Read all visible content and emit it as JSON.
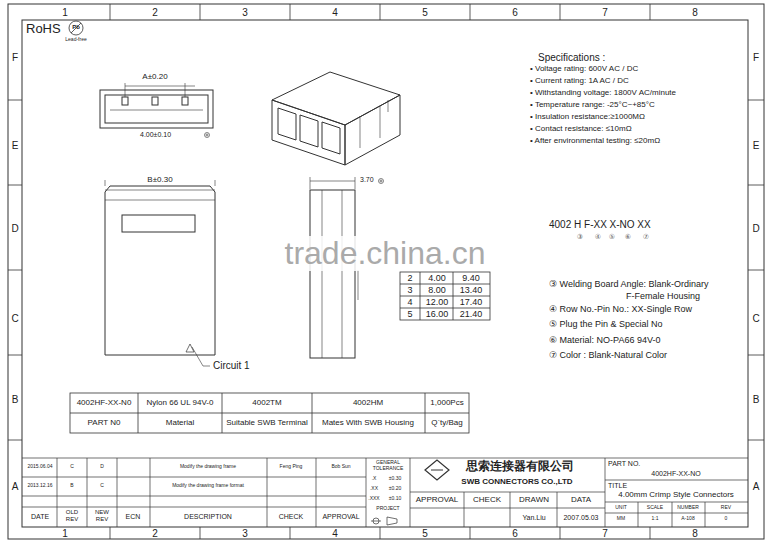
{
  "diagram": {
    "labels": [
      "1",
      "2",
      "3",
      "4",
      "5",
      "6",
      "7",
      "8",
      "1",
      "2",
      "3",
      "4",
      "5",
      "6",
      "7",
      "8",
      "F",
      "E",
      "D",
      "C",
      "B",
      "A",
      "F",
      "E",
      "D",
      "C",
      "B",
      "A",
      "RoHS",
      "Pb",
      "Lead-free",
      "A±0.20",
      "4.00±0.10",
      "B±0.30",
      "3.70",
      "Circuit 1",
      "Specifications :",
      "• Voltage rating: 600V AC / DC",
      "• Current rating: 1A  AC / DC",
      "• Withstanding voltage: 1800V AC/minute",
      "• Temperature range: -25°C~+85°C",
      "• Insulation resistance:≥1000MΩ",
      "• Contact resistance: ≤10mΩ",
      "• After environmental testing: ≤20mΩ",
      "4002 H F-XX X-NO XX",
      "③",
      "④",
      "⑤",
      "⑥",
      "⑦",
      "2",
      "4.00",
      "9.40",
      "3",
      "8.00",
      "13.40",
      "4",
      "12.00",
      "17.40",
      "5",
      "16.00",
      "21.40",
      "③ Welding Board Angle: Blank-Ordinary",
      "F-Female Housing",
      "④ Row No.-Pin No.:  XX-Single Row",
      "⑤ Plug the Pin & Special No",
      "⑥ Material:  NO-PA66 94V-0",
      "⑦ Color :  Blank-Natural Color",
      "trade.china.cn",
      "4002HF-XX-N0",
      "Nylon 66  UL 94V-0",
      "4002TM",
      "4002HM",
      "1,000Pcs",
      "PART N0",
      "Material",
      "Suitable SWB  Terminal",
      "Mates With SWB  Housing",
      "Q`ty/Bag",
      "2015.06.04",
      "C",
      "D",
      "Modify the drawing frame",
      "Feng Ping",
      "Bob Sun",
      "2013.12.16",
      "B",
      "C",
      "Modify the drawing frame format",
      "DATE",
      "OLD REV",
      "NEW REV",
      "ECN",
      "DESCRIPTION",
      "CHECK",
      "APPROVAL",
      "GENERAL TOLERANCE",
      ".X",
      "±0.30",
      ".XX",
      "±0.20",
      ".XXX",
      "±0.10",
      "PROJECT",
      "思索连接器有限公司",
      "SWB CONNECTORS CO.,LTD",
      "APPROVAL",
      "CHECK",
      "DRAWN",
      "DATA",
      "Yan.Liu",
      "2007.05.03",
      "PART NO.",
      "4002HF-XX-NO",
      "TITLE",
      "4.00mm Crimp Style Connectors",
      "UNIT",
      "SCALE",
      "NUMBER",
      "REV",
      "MM",
      "1:1",
      "A-108",
      "0"
    ]
  }
}
